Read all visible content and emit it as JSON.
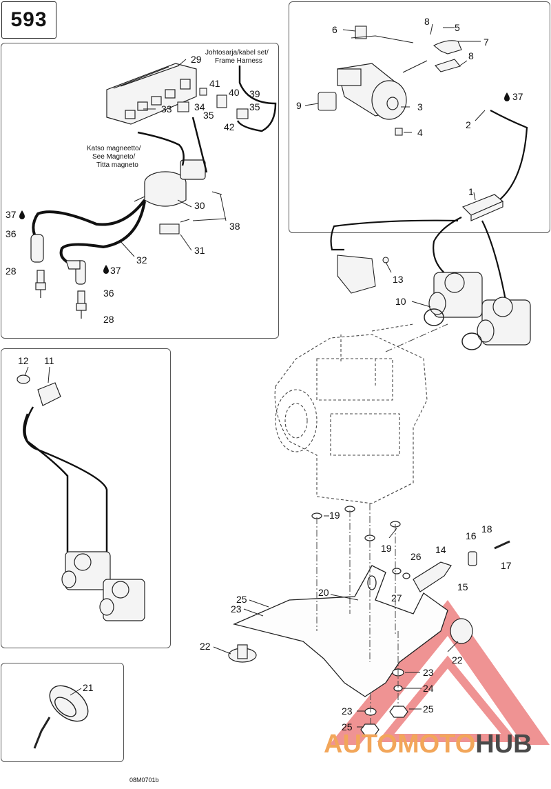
{
  "page_number": "593",
  "drawing_code": "08M0701b",
  "brand": {
    "part1": "AUTOMOTO",
    "part2": "HUB",
    "color_primary": "#f2a65a",
    "color_secondary": "#4a4a4a",
    "logo_color": "#e23b3b"
  },
  "notes": {
    "harness_l1": "Johtosarja/kabel set/",
    "harness_l2": "Frame Harness",
    "magneto_l1": "Katso magneetto/",
    "magneto_l2": "See Magneto/",
    "magneto_l3": "Titta magneto"
  },
  "callouts": {
    "c1": "1",
    "c2": "2",
    "c3": "3",
    "c4": "4",
    "c5": "5",
    "c6": "6",
    "c7": "7",
    "c8a": "8",
    "c8b": "8",
    "c9": "9",
    "c10": "10",
    "c11": "11",
    "c12": "12",
    "c13": "13",
    "c14": "14",
    "c15": "15",
    "c16": "16",
    "c17": "17",
    "c18": "18",
    "c19a": "19",
    "c19b": "19",
    "c20": "20",
    "c21": "21",
    "c22a": "22",
    "c22b": "22",
    "c23a": "23",
    "c23b": "23",
    "c23c": "23",
    "c24": "24",
    "c25a": "25",
    "c25b": "25",
    "c25c": "25",
    "c26": "26",
    "c27": "27",
    "c28a": "28",
    "c28b": "28",
    "c29": "29",
    "c30": "30",
    "c31": "31",
    "c32": "32",
    "c33": "33",
    "c34": "34",
    "c35a": "35",
    "c35b": "35",
    "c36a": "36",
    "c36b": "36",
    "c37a": "37",
    "c37b": "37",
    "c37c": "37",
    "c38": "38",
    "c39": "39",
    "c40": "40",
    "c41": "41",
    "c42": "42"
  }
}
